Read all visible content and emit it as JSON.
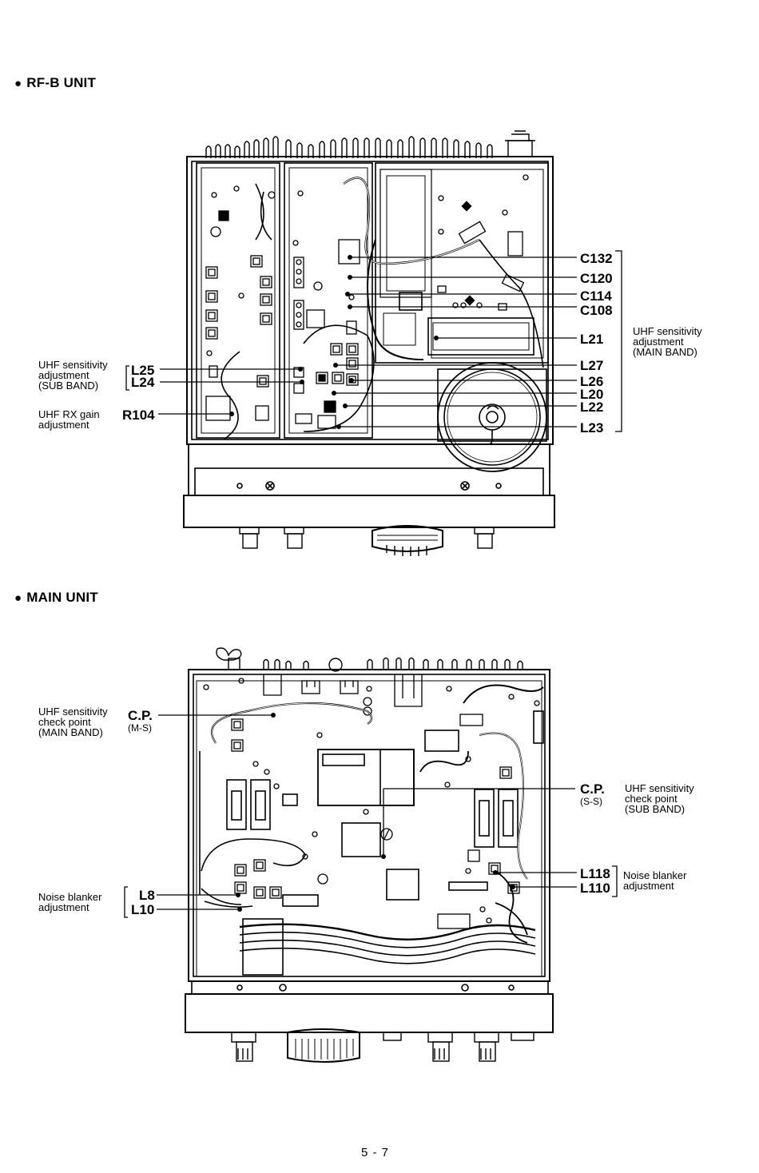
{
  "sections": {
    "rfb": {
      "title": "RF-B UNIT"
    },
    "main": {
      "title": "MAIN UNIT"
    }
  },
  "rfb_labels": {
    "c132": "C132",
    "c120": "C120",
    "c114": "C114",
    "c108": "C108",
    "l21": "L21",
    "l27": "L27",
    "l26": "L26",
    "l20": "L20",
    "l22": "L22",
    "l23": "L23",
    "l25": "L25",
    "l24": "L24",
    "r104": "R104"
  },
  "rfb_captions": {
    "uhf_main": [
      "UHF sensitivity",
      "adjustment",
      "(MAIN BAND)"
    ],
    "uhf_sub": [
      "UHF sensitivity",
      "adjustment",
      "(SUB BAND)"
    ],
    "rx_gain": [
      "UHF RX gain",
      "adjustment"
    ]
  },
  "main_labels": {
    "cp_ms": "C.P.",
    "cp_ms_sub": "(M-S)",
    "cp_ss": "C.P.",
    "cp_ss_sub": "(S-S)",
    "l118": "L118",
    "l110": "L110",
    "l8": "L8",
    "l10": "L10"
  },
  "main_captions": {
    "check_main": [
      "UHF sensitivity",
      "check point",
      "(MAIN BAND)"
    ],
    "check_sub": [
      "UHF sensitivity",
      "check point",
      "(SUB BAND)"
    ],
    "nb_right": [
      "Noise blanker",
      "adjustment"
    ],
    "nb_left": [
      "Noise blanker",
      "adjustment"
    ]
  },
  "page_number": "5 - 7"
}
